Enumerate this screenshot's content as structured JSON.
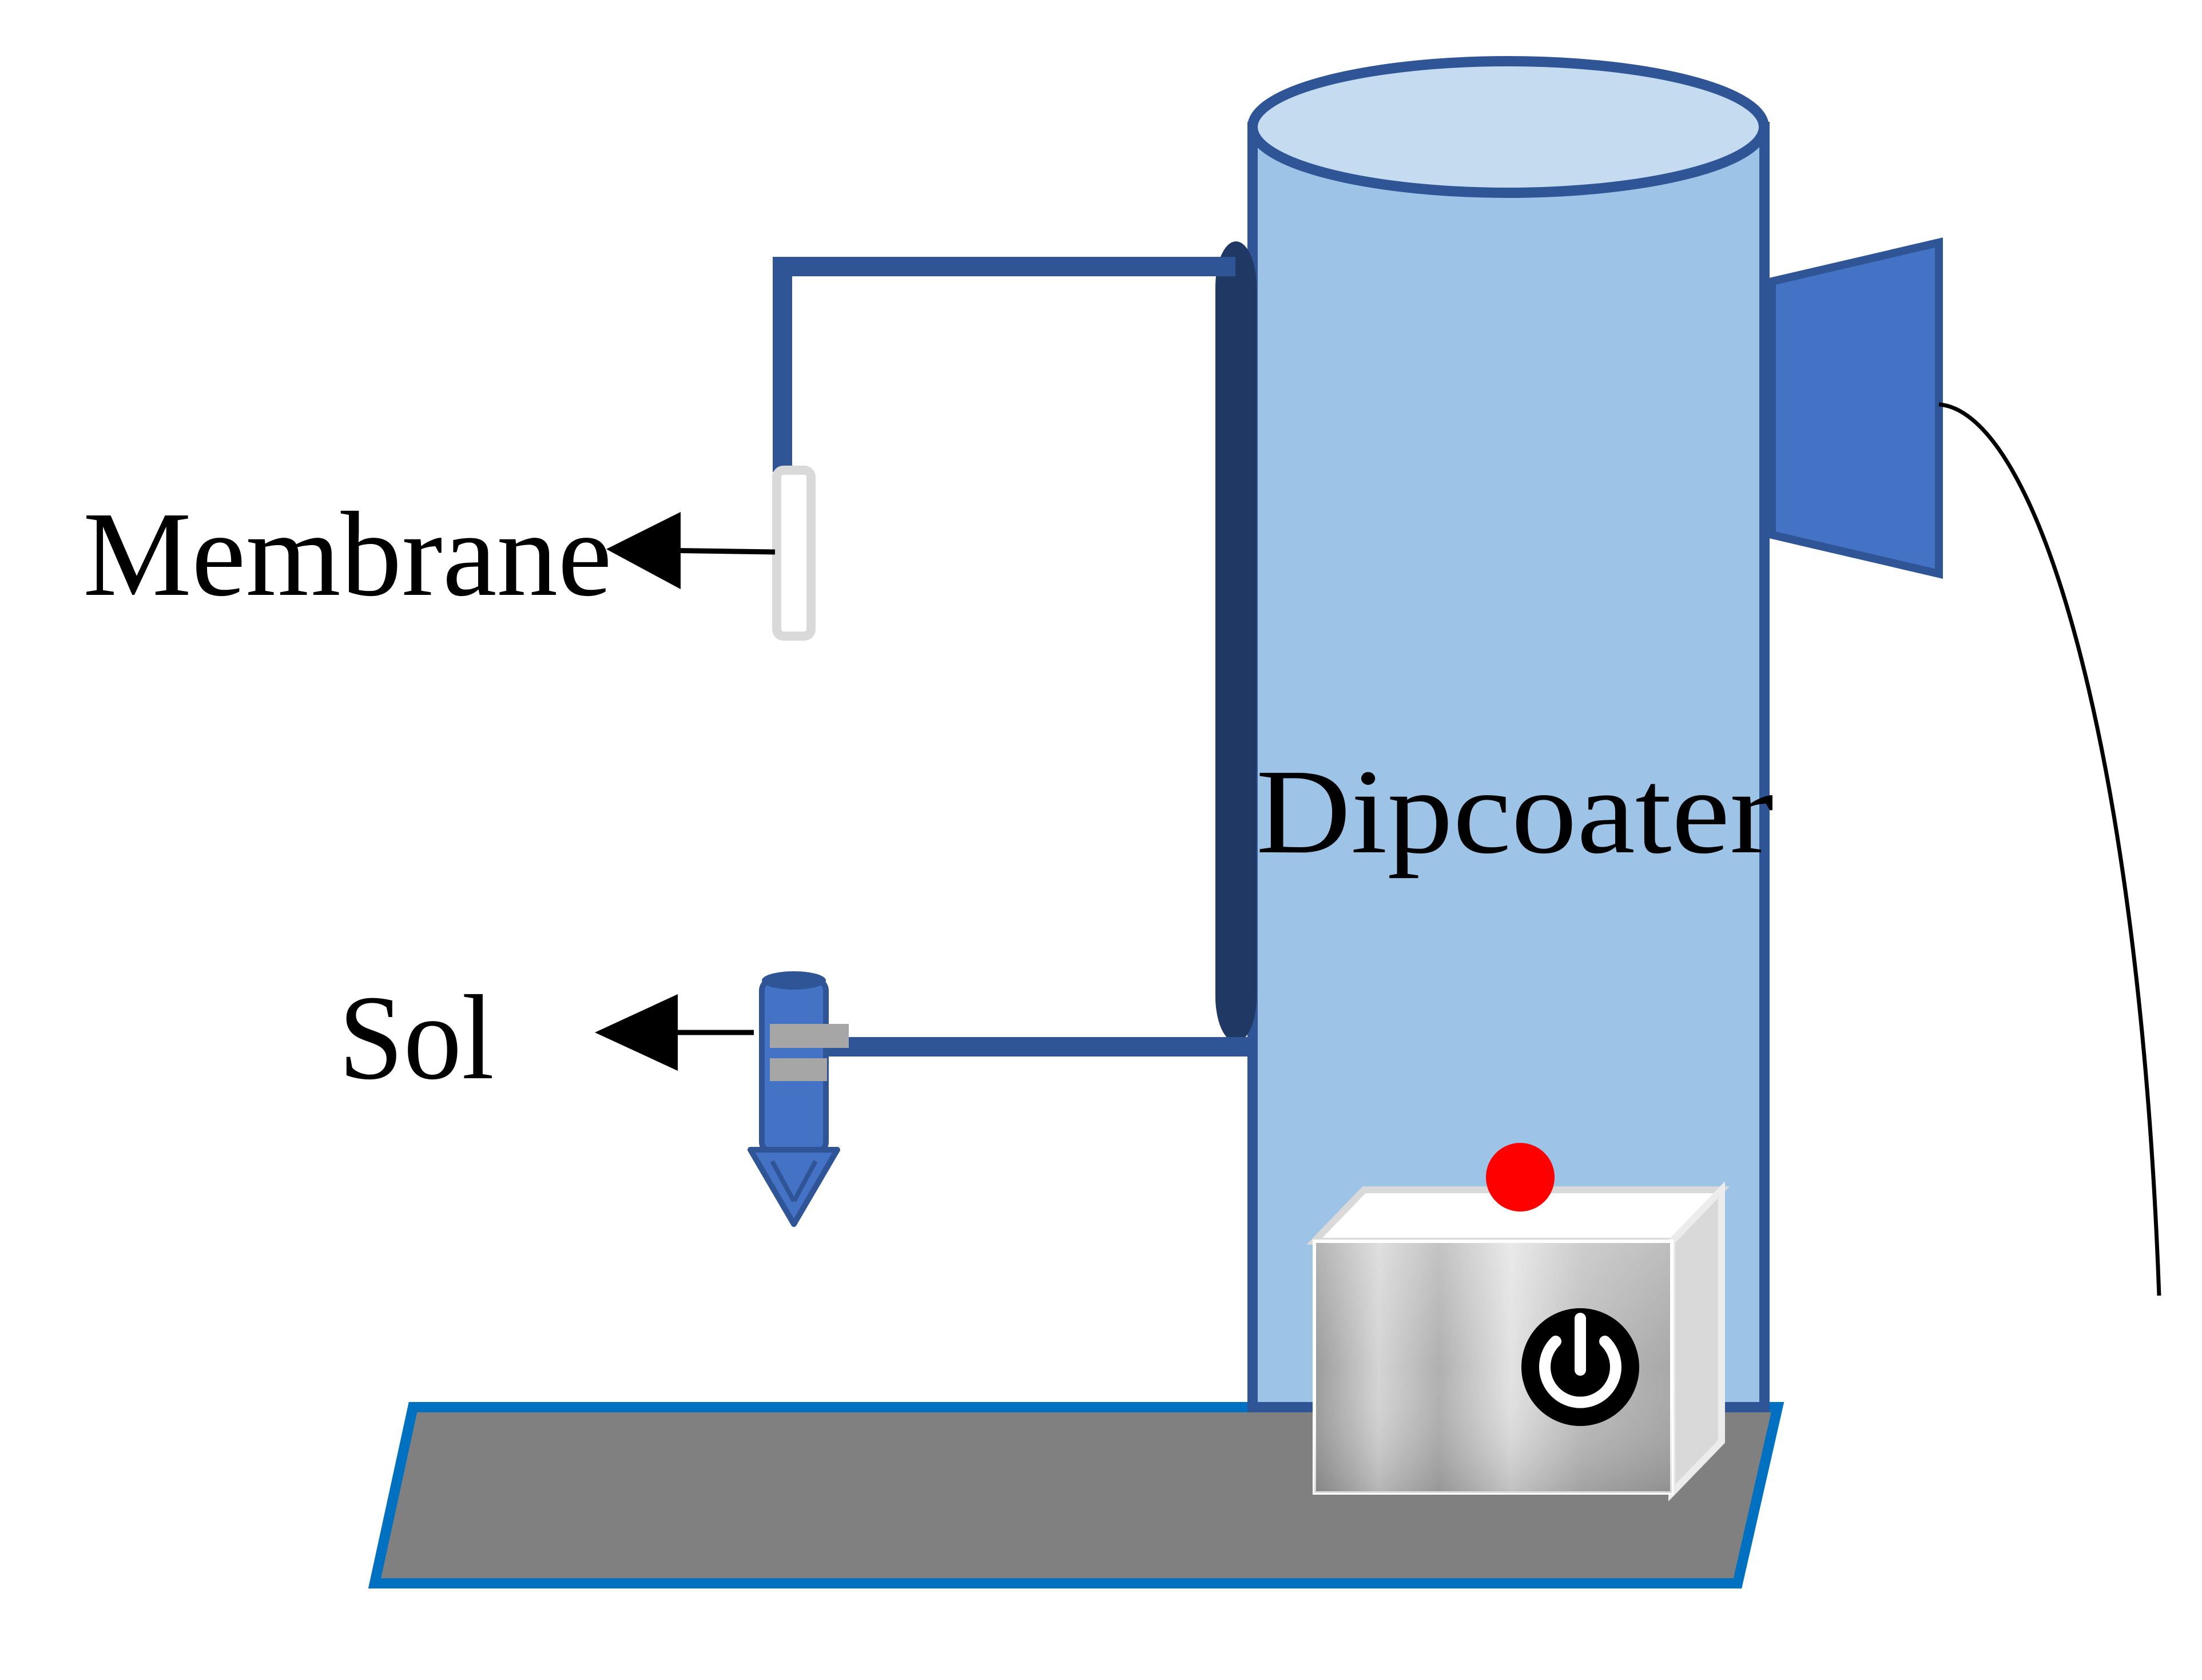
{
  "labels": {
    "membrane": "Membrane",
    "sol": "Sol",
    "dipcoater": "Dipcoater"
  },
  "icons": {
    "power": "power-icon",
    "indicator": "red-indicator-light"
  },
  "colors": {
    "cylinder_fill": "#9DC3E6",
    "cylinder_top": "#C5DCF0",
    "cylinder_outline": "#2F5597",
    "arm": "#2F5597",
    "clamp_plate": "#203864",
    "motor": "#4472C4",
    "base_fill": "#808080",
    "base_outline": "#0070C0",
    "box_front": "#BFBFBF",
    "box_top": "#FFFFFF",
    "box_side": "#D9D9D9",
    "indicator": "#FF0000",
    "membrane_holder": "#D9D9D9",
    "dropper": "#4472C4",
    "dropper_clamp": "#A6A6A6",
    "cable": "#000000",
    "arrow": "#000000"
  }
}
